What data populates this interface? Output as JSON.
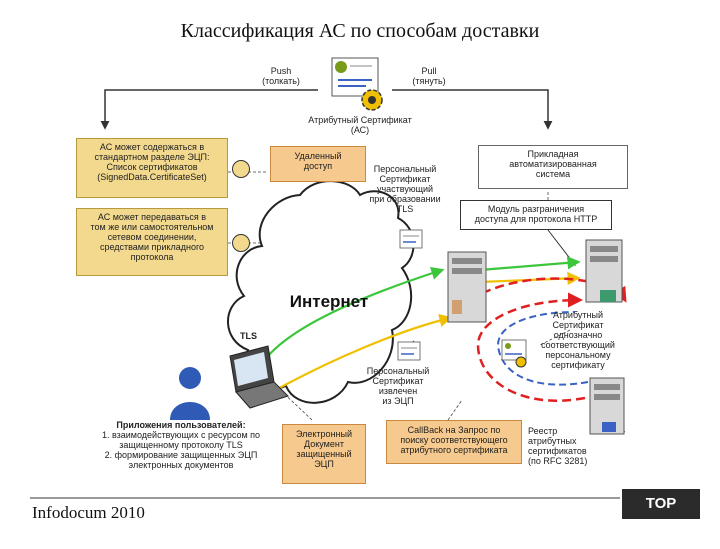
{
  "title": "Классификация АС по способам доставки",
  "labels": {
    "push": [
      "Push",
      "(толкать)"
    ],
    "pull": [
      "Pull",
      "(тянуть)"
    ],
    "attr_cert": [
      "Атрибутный Сертификат",
      "(АС)"
    ],
    "personal_cert_tls": [
      "Персональный",
      "Сертификат",
      "участвующий",
      "при образовании",
      "TLS"
    ],
    "app_system": [
      "Прикладная",
      "автоматизированная",
      "система"
    ],
    "internet": "Интернет",
    "tls": "TLS",
    "attr_cert_match": [
      "Атрибутный",
      "Сертификат",
      "однозначно",
      "соответствующий",
      "персональному",
      "сертификату"
    ],
    "personal_cert_ecp": [
      "Персональный",
      "Сертификат",
      "извлечен",
      "из ЭЦП"
    ],
    "registry": [
      "Реестр",
      "атрибутных",
      "сертификатов",
      "(по RFC 3281)"
    ],
    "user_apps_title": "Приложения пользователей:",
    "user_apps_items": [
      "1. взаимодействующих с ресурсом по",
      "защищенному протоколу TLS",
      "2. формирование защищенных ЭЦП",
      "электронных документов"
    ]
  },
  "boxes": {
    "ac_signeddata": [
      "АС может содержаться в",
      "стандартном разделе ЭЦП:",
      "Список сертификатов",
      "(SignedData.CertificateSet)"
    ],
    "ac_same_layer": [
      "АС может передаваться в",
      "том же или самостоятельном",
      "сетевом соединении,",
      "средствами прикладного",
      "протокола"
    ],
    "remote_access": [
      "Удаленный",
      "доступ"
    ],
    "access_module": [
      "Модуль разграничения",
      "доступа для протокола HTTP"
    ],
    "e_document": [
      "Электронный",
      "Документ",
      "защищенный",
      "ЭЦП"
    ],
    "callback": [
      "CallBack на Запрос по",
      "поиску соответствующего",
      "атрибутного сертификата"
    ]
  },
  "footer": {
    "text": "Infodocum 2010",
    "logo": "TOP CROSS"
  },
  "colors": {
    "green": "#3cc63c",
    "red": "#e02020",
    "yellow": "#f0c000",
    "blue": "#3a62c4",
    "note_yellow": "#f3d98e",
    "note_orange": "#f6c98e"
  }
}
